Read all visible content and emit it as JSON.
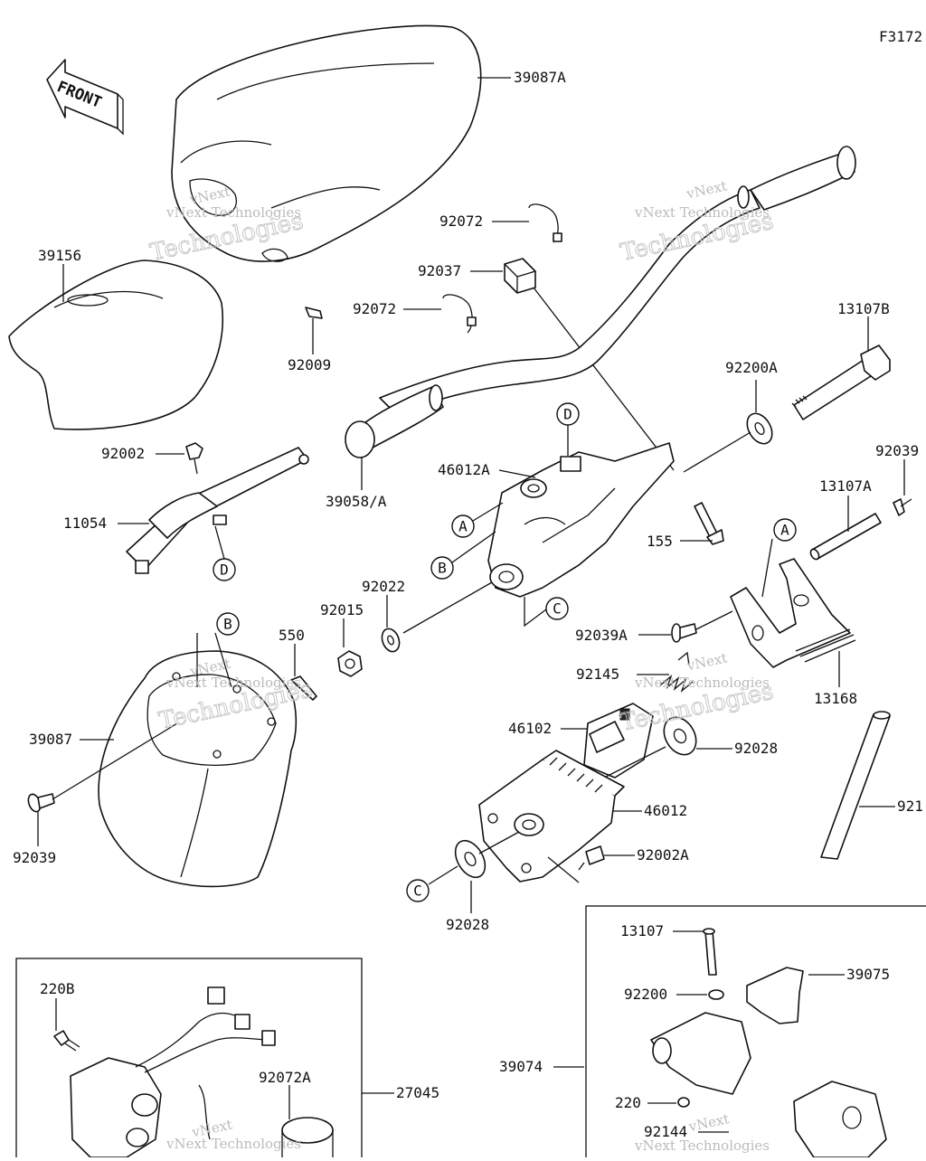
{
  "figure_code": "F3172",
  "front_label": "FRONT",
  "watermark": {
    "line1": "vNext",
    "line2": "Technologies",
    "brand": "vNext Technologies"
  },
  "parts": {
    "p39087A": "39087A",
    "p39156": "39156",
    "p92009": "92009",
    "p92072_top": "92072",
    "p92037": "92037",
    "p92072_mid": "92072",
    "p13107B": "13107B",
    "p92200A": "92200A",
    "p92002": "92002",
    "p11054": "11054",
    "p39058A": "39058/A",
    "p46012A": "46012A",
    "p155": "155",
    "p92039_right": "92039",
    "p13107A": "13107A",
    "p92022": "92022",
    "p92015": "92015",
    "p550": "550",
    "p92039A": "92039A",
    "p92145": "92145",
    "p13168": "13168",
    "p39087": "39087",
    "p46102": "46102",
    "p92028_right": "92028",
    "p46012": "46012",
    "p92039_left": "92039",
    "p92002A": "92002A",
    "p92028_bottom": "92028",
    "p921xx": "921",
    "p13107": "13107",
    "p39075": "39075",
    "p92200": "92200",
    "p220B": "220B",
    "p27045": "27045",
    "p92072A": "92072A",
    "p39074": "39074",
    "p220": "220",
    "p92144": "92144"
  },
  "callouts": {
    "A": "A",
    "B": "B",
    "C": "C",
    "D": "D"
  }
}
